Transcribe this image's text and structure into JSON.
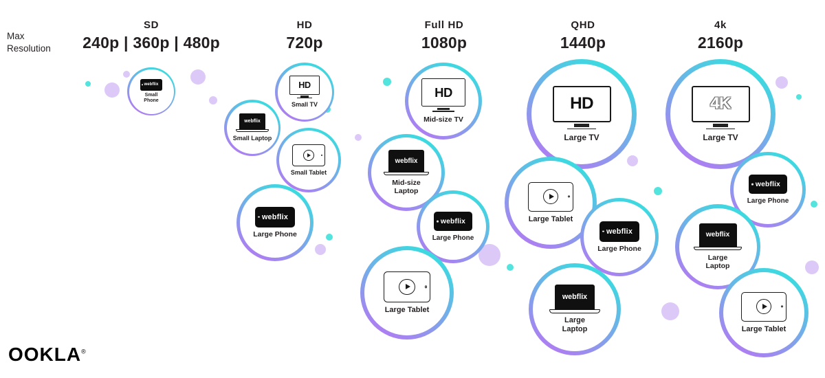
{
  "page": {
    "axis_label": "Max\nResolution",
    "logo": "OOKLA",
    "logo_reg": "®"
  },
  "brand": {
    "name": "webflix"
  },
  "icons": {
    "tv_hd_text": "HD",
    "tv_4k_text": "4K"
  },
  "columns": [
    {
      "name": "SD",
      "resolution": "240p | 360p | 480p"
    },
    {
      "name": "HD",
      "resolution": "720p"
    },
    {
      "name": "Full HD",
      "resolution": "1080p"
    },
    {
      "name": "QHD",
      "resolution": "1440p"
    },
    {
      "name": "4k",
      "resolution": "2160p"
    }
  ],
  "devices": [
    {
      "column": "SD",
      "label": "Small Phone",
      "icon": "webflix-phone"
    },
    {
      "column": "HD",
      "label": "Small TV",
      "icon": "tv-hd"
    },
    {
      "column": "HD",
      "label": "Small Laptop",
      "icon": "webflix-laptop"
    },
    {
      "column": "HD",
      "label": "Small Tablet",
      "icon": "tablet-play"
    },
    {
      "column": "HD",
      "label": "Large Phone",
      "icon": "webflix-phone"
    },
    {
      "column": "Full HD",
      "label": "Mid-size TV",
      "icon": "tv-hd"
    },
    {
      "column": "Full HD",
      "label": "Mid-size Laptop",
      "icon": "webflix-laptop"
    },
    {
      "column": "Full HD",
      "label": "Large Phone",
      "icon": "webflix-phone"
    },
    {
      "column": "Full HD",
      "label": "Large Tablet",
      "icon": "tablet-play"
    },
    {
      "column": "QHD",
      "label": "Large TV",
      "icon": "tv-hd"
    },
    {
      "column": "QHD",
      "label": "Large Tablet",
      "icon": "tablet-play"
    },
    {
      "column": "QHD",
      "label": "Large Phone",
      "icon": "webflix-phone"
    },
    {
      "column": "QHD",
      "label": "Large Laptop",
      "icon": "webflix-laptop"
    },
    {
      "column": "4k",
      "label": "Large TV",
      "icon": "tv-4k"
    },
    {
      "column": "4k",
      "label": "Large Phone",
      "icon": "webflix-phone"
    },
    {
      "column": "4k",
      "label": "Large Laptop",
      "icon": "webflix-laptop"
    },
    {
      "column": "4k",
      "label": "Large Tablet",
      "icon": "tablet-play"
    }
  ],
  "colors": {
    "ring_cyan": "#36DFDF",
    "ring_purple": "#AF7DF2",
    "dot_cyan": "#53E4DE",
    "dot_purple": "#DCC9F8",
    "text": "#231F20"
  }
}
